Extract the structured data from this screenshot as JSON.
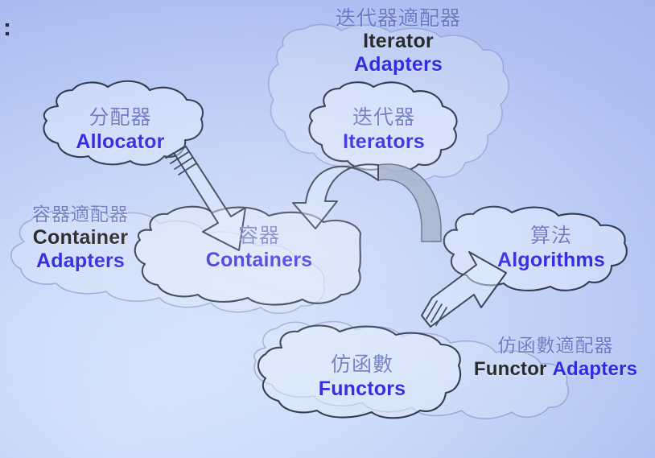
{
  "diagram": {
    "title_marker": ":",
    "type": "stl-architecture-cloud-diagram",
    "background_colors": {
      "top_right": "#aabcf5",
      "bottom_left": "#ccdaf9",
      "cloud_fill": "#dce8fb"
    },
    "text_colors": {
      "chinese": "#5f6fc0",
      "english_blue": "#1d16e0",
      "english_black": "#141414",
      "outline_bold": "#1b2340",
      "outline_faint": "#8e9fd4",
      "arrow_gray": "#9aa6c4"
    }
  },
  "nodes": {
    "iterator_adapters": {
      "cn": "迭代器適配器",
      "en_line1": "Iterator",
      "en_line2": "Adapters",
      "kind": "outer-cloud"
    },
    "iterators": {
      "cn": "迭代器",
      "en": "Iterators",
      "kind": "inner-cloud"
    },
    "allocator": {
      "cn": "分配器",
      "en": "Allocator",
      "kind": "cloud"
    },
    "container_adapters": {
      "cn": "容器適配器",
      "en_line1": "Container",
      "en_line2": "Adapters",
      "kind": "outer-cloud"
    },
    "containers": {
      "cn": "容器",
      "en": "Containers",
      "kind": "inner-cloud"
    },
    "algorithms": {
      "cn": "算法",
      "en": "Algorithms",
      "kind": "cloud"
    },
    "functor_adapters": {
      "cn": "仿函數適配器",
      "en_black": "Functor",
      "en_blue": "Adapters",
      "kind": "outer-cloud"
    },
    "functors": {
      "cn": "仿函數",
      "en": "Functors",
      "kind": "inner-cloud"
    }
  },
  "arrows": [
    {
      "name": "allocator-to-containers",
      "from": "allocator",
      "to": "containers",
      "style": "hollow-3d-hatched-tail",
      "direction": "down-right"
    },
    {
      "name": "iterators-to-containers",
      "from": "iterators",
      "to": "containers",
      "style": "curved-arc-gray-fill",
      "direction": "down-left"
    },
    {
      "name": "functors-to-algorithms",
      "from": "functors",
      "to": "algorithms",
      "style": "hollow-3d-hatched-tail",
      "direction": "up-right"
    }
  ]
}
